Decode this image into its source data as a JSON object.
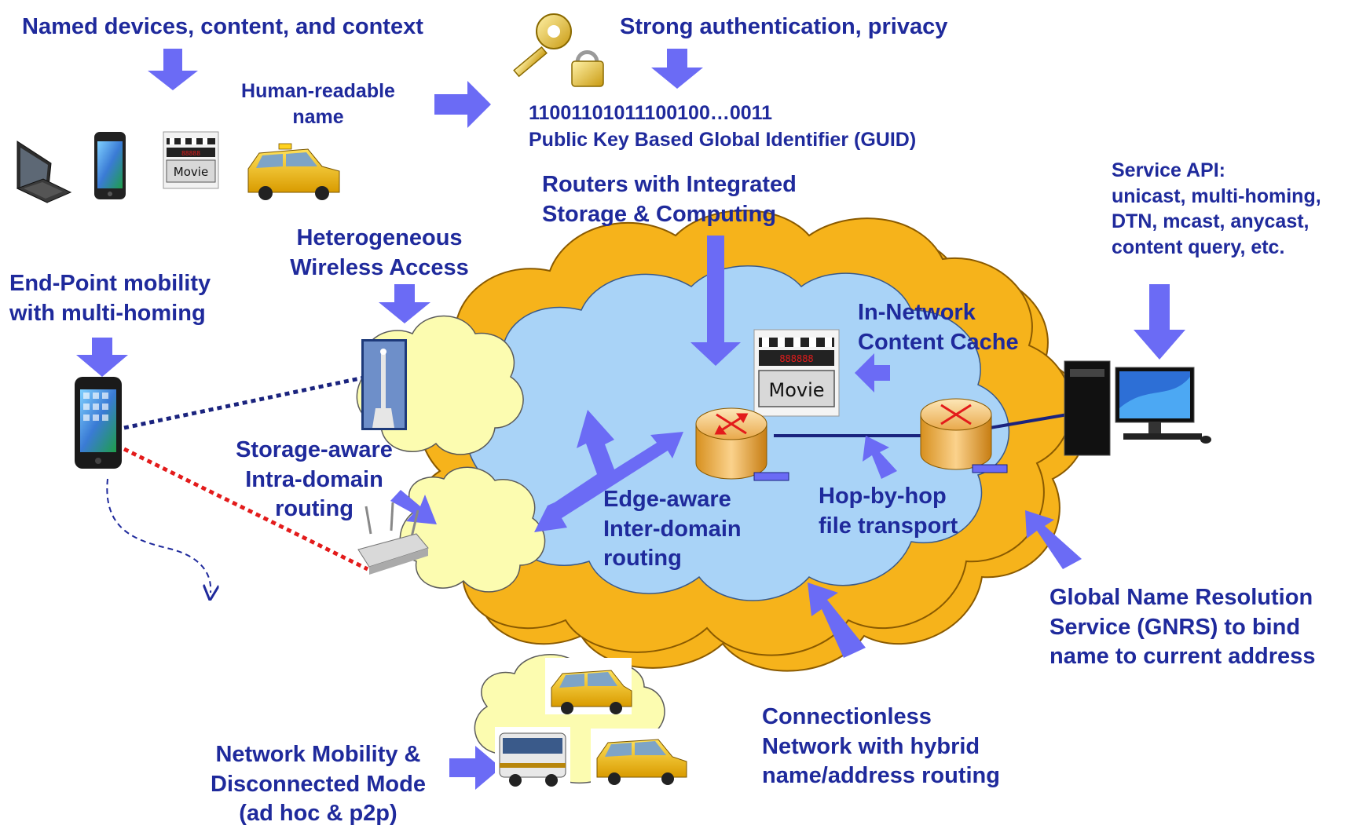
{
  "labels": {
    "named_devices": "Named devices, content, and context",
    "strong_auth": "Strong authentication, privacy",
    "human_readable": [
      "Human-readable",
      "name"
    ],
    "guid_bits": "11001101011100100…0011",
    "guid_label": "Public Key Based Global Identifier (GUID)",
    "routers": [
      "Routers with Integrated",
      "Storage & Computing"
    ],
    "service_api": [
      "Service API:",
      "unicast, multi-homing,",
      "DTN, mcast, anycast,",
      "content query, etc."
    ],
    "heterogeneous": [
      "Heterogeneous",
      "Wireless Access"
    ],
    "endpoint": [
      "End-Point mobility",
      "with multi-homing"
    ],
    "in_network": [
      "In-Network",
      "Content Cache"
    ],
    "storage_aware": [
      "Storage-aware",
      "Intra-domain",
      "routing"
    ],
    "edge_aware": [
      "Edge-aware",
      "Inter-domain",
      "routing"
    ],
    "hop_by_hop": [
      "Hop-by-hop",
      "file transport"
    ],
    "gnrs": [
      "Global Name Resolution",
      "Service (GNRS) to bind",
      "name to current address"
    ],
    "connectionless": [
      "Connectionless",
      "Network with hybrid",
      "name/address routing"
    ],
    "network_mobility": [
      "Network Mobility &",
      "Disconnected Mode",
      "(ad hoc & p2p)"
    ]
  },
  "icons": {
    "movie_text": "Movie"
  },
  "colors": {
    "label_text": "#1f2a9c",
    "arrow": "#6b6bf5",
    "cloud_inner": "#a9d3f7",
    "cloud_outer": "#f6b31b",
    "cloud_small": "#fcfcb0",
    "link": "#1a237e",
    "dotted_red": "#e31b1b"
  }
}
